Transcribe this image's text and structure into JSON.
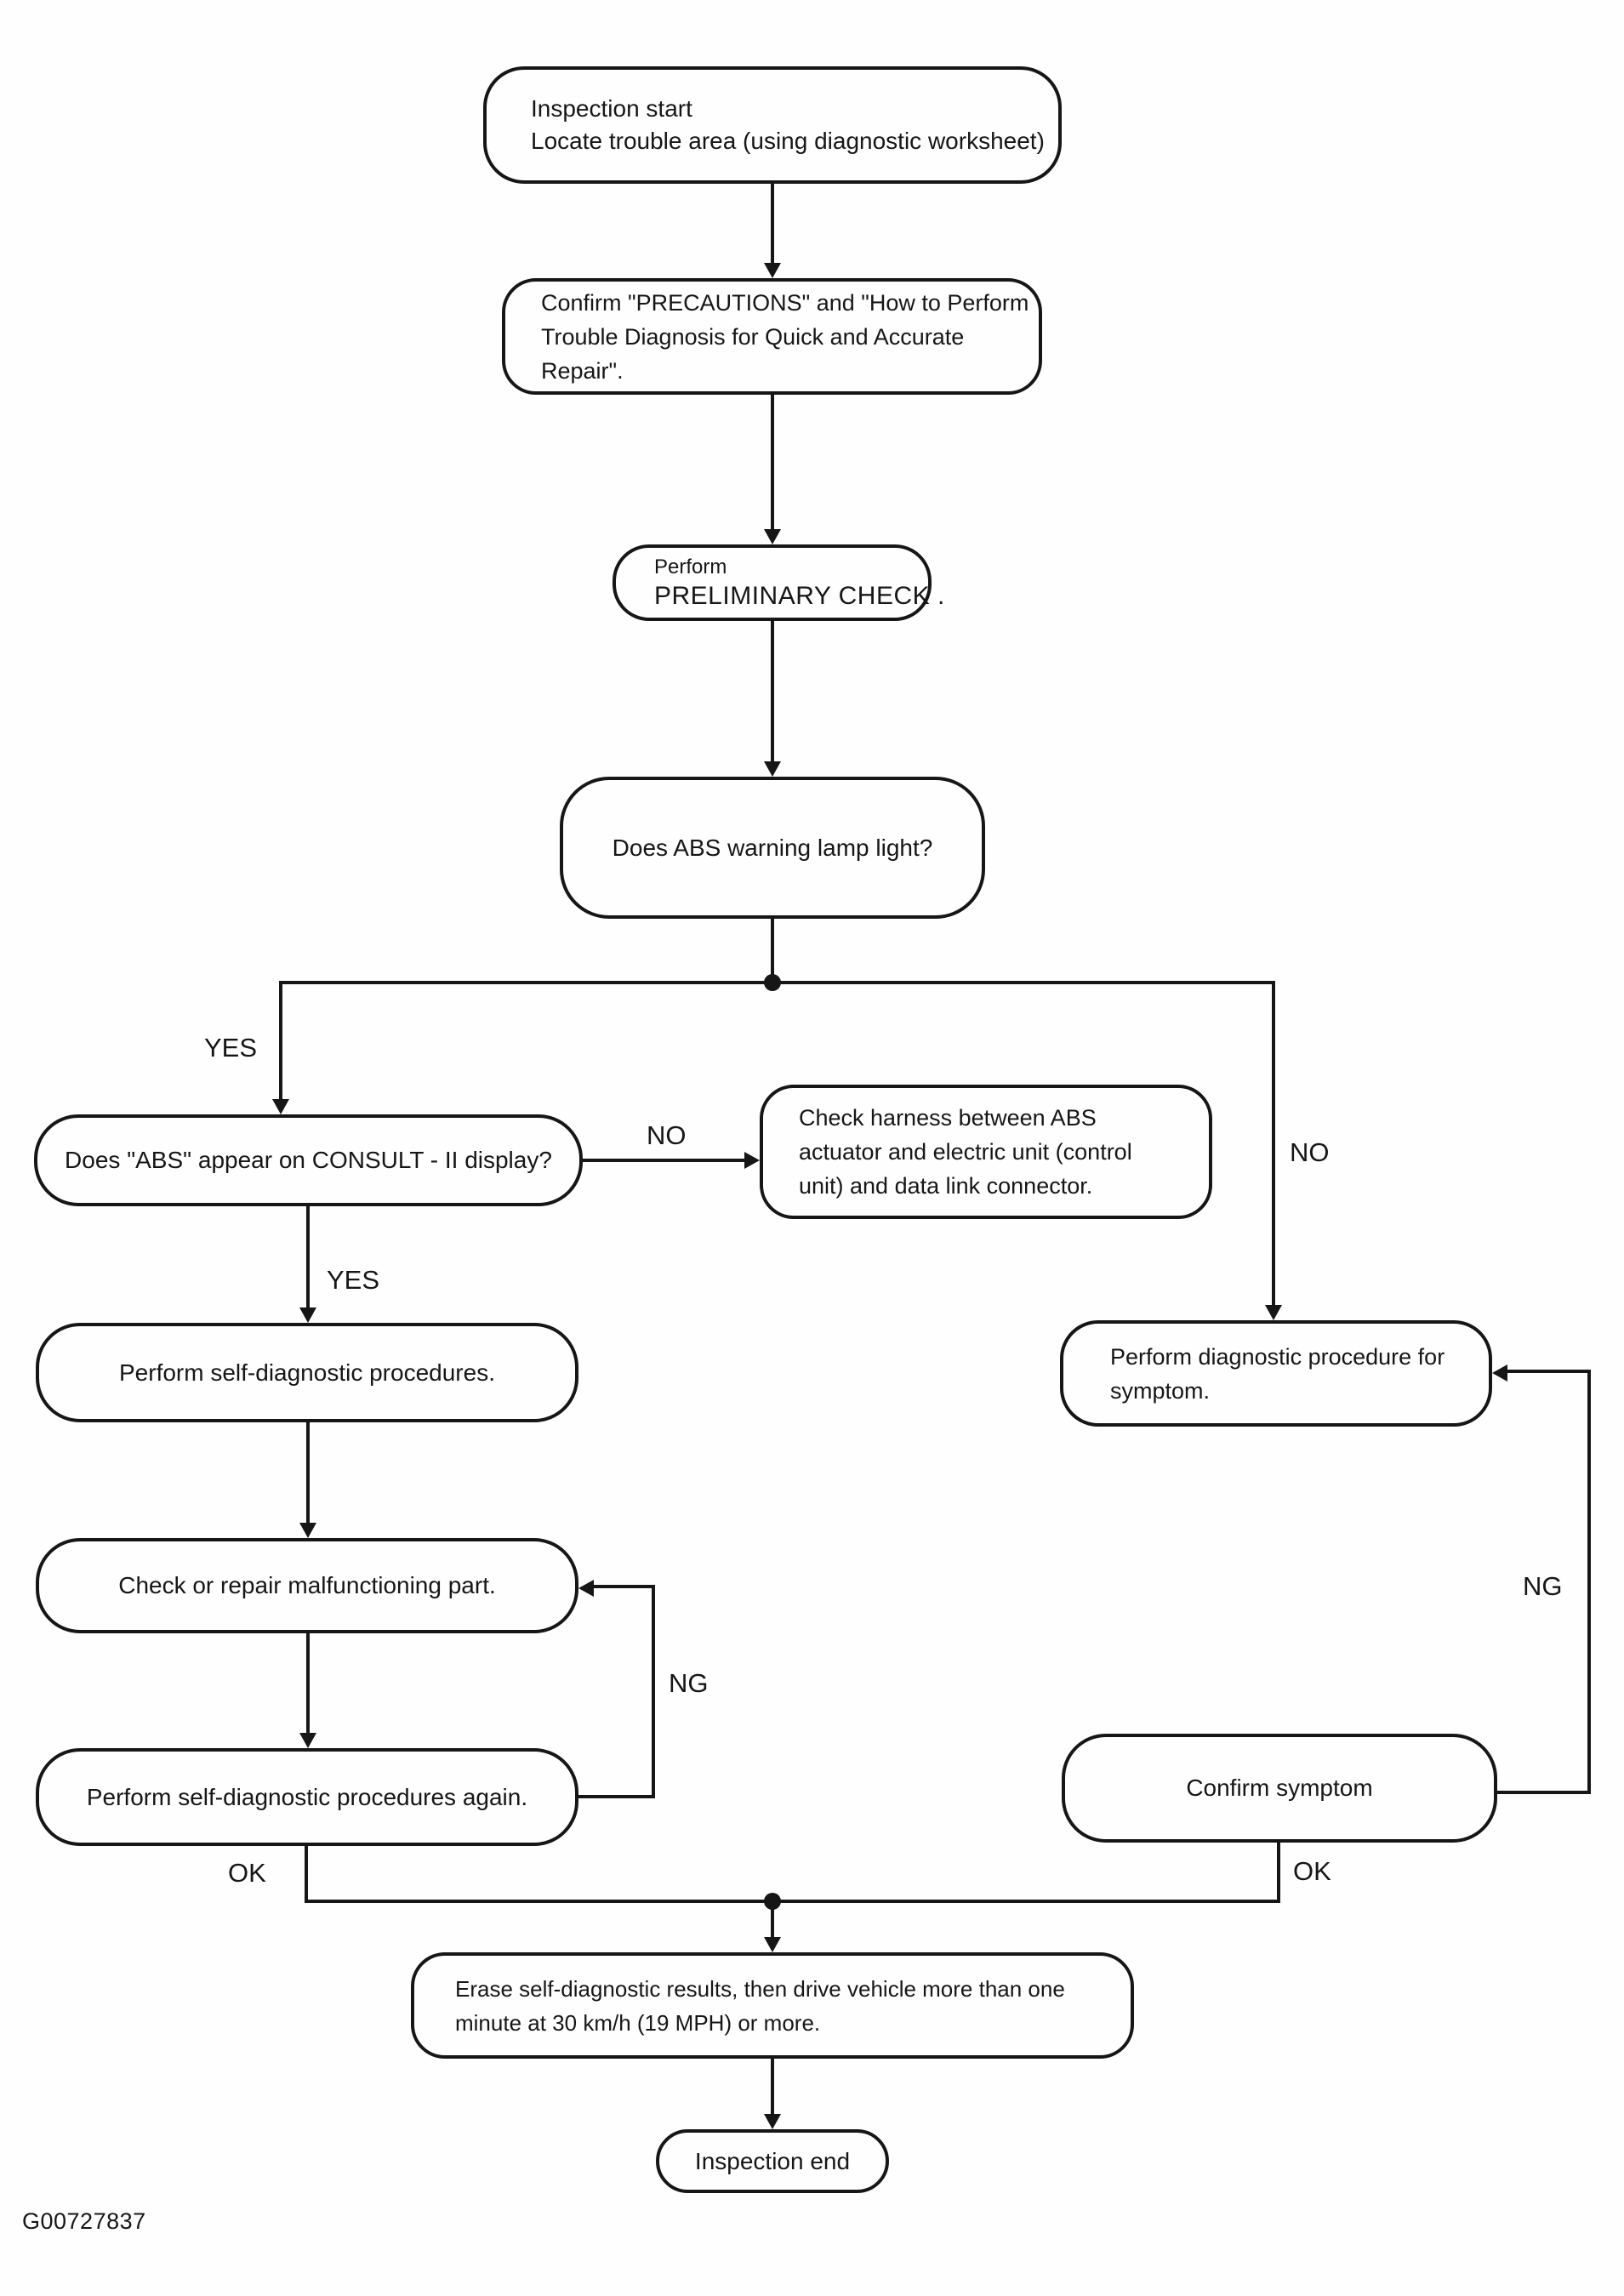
{
  "figure_id": "G00727837",
  "nodes": {
    "inspection_start": {
      "line1": "Inspection start",
      "line2": "Locate trouble area (using diagnostic worksheet)"
    },
    "confirm_precautions": {
      "line1": "Confirm \"PRECAUTIONS\" and \"How to Perform",
      "line2": "Trouble Diagnosis for Quick and Accurate",
      "line3": "Repair\"."
    },
    "preliminary_check": {
      "line1": "Perform",
      "line2": "PRELIMINARY CHECK ."
    },
    "abs_warning_lamp": {
      "text": "Does ABS warning lamp light?"
    },
    "consult_display": {
      "text": "Does \"ABS\" appear on CONSULT - II display?"
    },
    "check_harness": {
      "line1": "Check harness between ABS",
      "line2": "actuator and electric unit (control",
      "line3": "unit) and data link connector."
    },
    "diag_procedure_symptom": {
      "line1": "Perform diagnostic procedure for",
      "line2": "symptom."
    },
    "self_diagnostic": {
      "text": "Perform self-diagnostic procedures."
    },
    "check_repair": {
      "text": "Check or repair malfunctioning part."
    },
    "self_diagnostic_again": {
      "text": "Perform self-diagnostic procedures again."
    },
    "confirm_symptom": {
      "text": "Confirm symptom"
    },
    "erase_results": {
      "line1": "Erase self-diagnostic results, then drive vehicle more than one",
      "line2": "minute at 30 km/h (19 MPH) or more."
    },
    "inspection_end": {
      "text": "Inspection end"
    }
  },
  "edge_labels": {
    "yes_main": "YES",
    "no_main": "NO",
    "no_harness": "NO",
    "yes_selfdiag": "YES",
    "ng_left": "NG",
    "ng_right": "NG",
    "ok_left": "OK",
    "ok_right": "OK"
  }
}
